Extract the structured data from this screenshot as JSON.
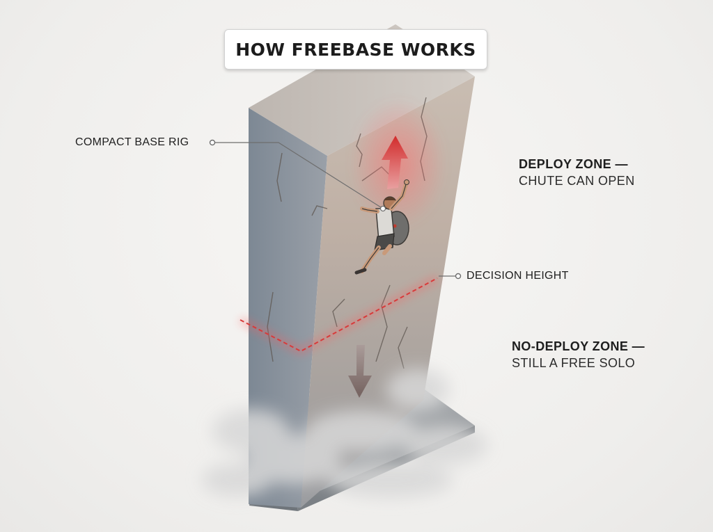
{
  "title": "HOW FREEBASE WORKS",
  "callouts": {
    "rig": "COMPACT BASE RIG",
    "decision": "DECISION HEIGHT"
  },
  "zones": {
    "deploy": {
      "title": "DEPLOY ZONE —",
      "desc": "CHUTE CAN OPEN"
    },
    "no_deploy": {
      "title": "NO-DEPLOY ZONE —",
      "desc": "STILL A FREE SOLO"
    }
  },
  "colors": {
    "accent_red": "#e03a3a",
    "rock_front": "#b8aca2",
    "rock_side": "#8e96a0",
    "rock_top": "#c8c2bc",
    "ground": "#9ea2a6"
  }
}
